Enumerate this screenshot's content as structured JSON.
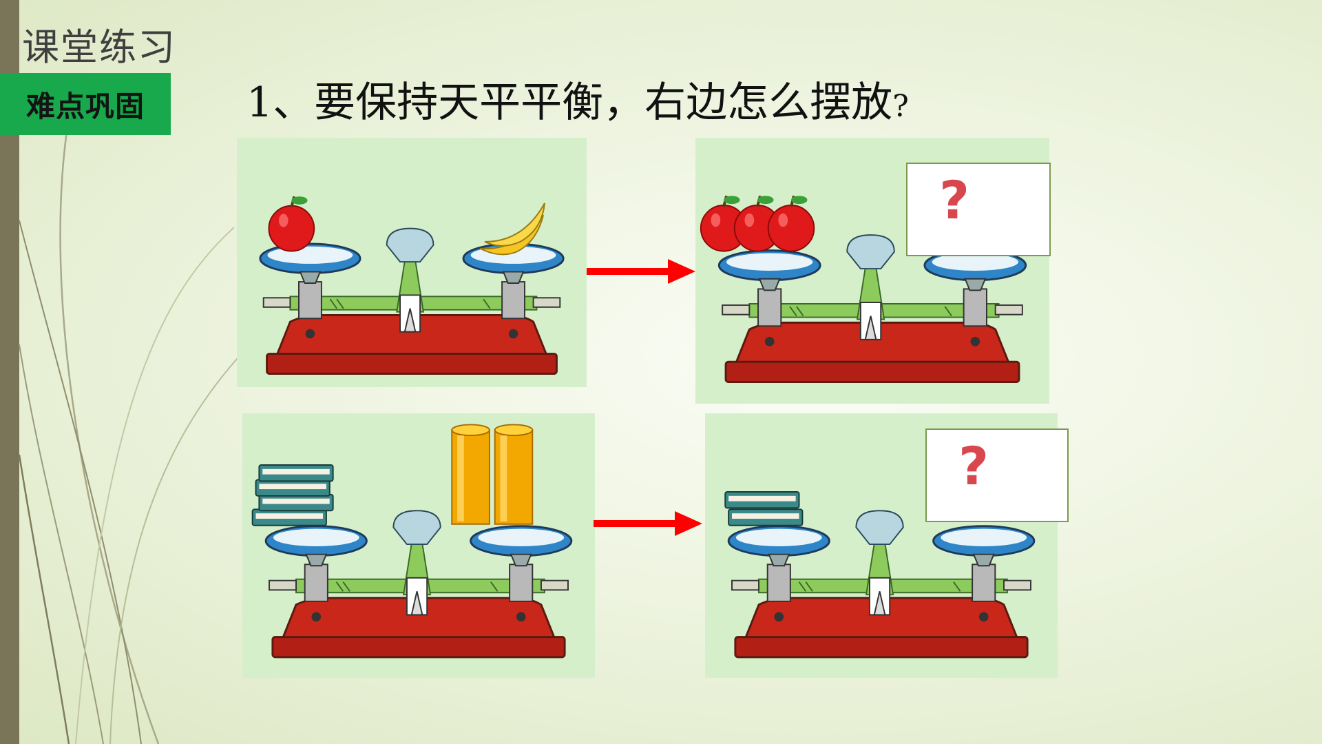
{
  "slide": {
    "section_title": "课堂练习",
    "tag": "难点巩固",
    "question_text": "1、要保持天平平衡，右边怎么摆放",
    "question_mark": "?",
    "colors": {
      "sidebar": "#7a7458",
      "tag_bg": "#17a94b",
      "panel_bg": "#d6efcb",
      "arrow": "#ff0000",
      "unknown_mark": "#d8464e"
    }
  },
  "balances": [
    {
      "left_pan": "apple",
      "left_count": 1,
      "right_pan": "banana",
      "right_count": 1
    },
    {
      "left_pan": "apple",
      "left_count": 3,
      "right_pan": "unknown",
      "unknown_label": "?"
    },
    {
      "left_pan": "book-stack",
      "left_count": 4,
      "right_pan": "cylinder",
      "right_count": 2
    },
    {
      "left_pan": "book-stack",
      "left_count": 2,
      "right_pan": "unknown",
      "unknown_label": "?"
    }
  ]
}
